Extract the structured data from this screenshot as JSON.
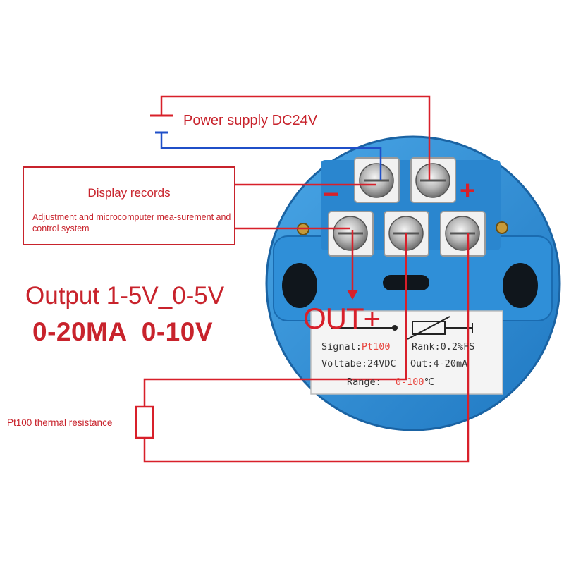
{
  "labels": {
    "power_supply": "Power supply DC24V",
    "display_title": "Display records",
    "display_desc": "Adjustment and microcomputer mea-surement and control system",
    "output_line1": "Output 1-5V_0-5V",
    "output_line2": "0-20MA  0-10V",
    "pt100_label": "Pt100 thermal resistance",
    "minus": "−",
    "plus": "+",
    "out_plus": "OUT+"
  },
  "device_label": {
    "signal_key": "Signal:",
    "signal_val": "Pt100",
    "rank": "Rank:0.2%FS",
    "voltage": "Voltabe:24VDC",
    "out": "Out:4-20mA",
    "range_key": "Range:",
    "range_val": "0-100",
    "range_unit": "℃"
  },
  "colors": {
    "wire_red": "#d8202a",
    "wire_blue": "#1f4fc8",
    "device_blue": "#2d8fd6",
    "text_red": "#c8232c"
  }
}
